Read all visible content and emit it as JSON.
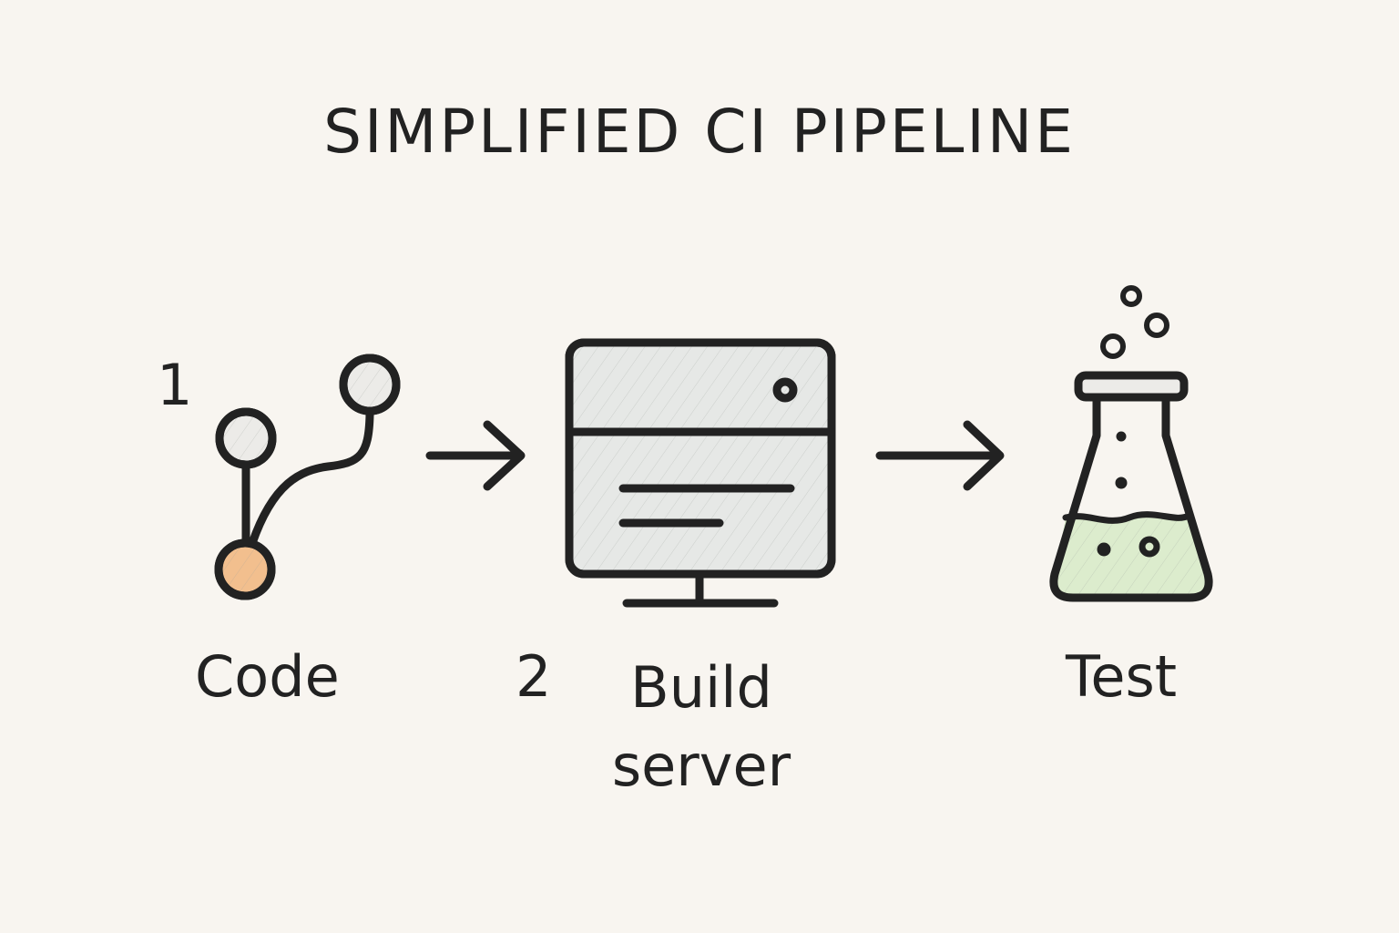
{
  "diagram": {
    "title": "SIMPLIFIED CI PIPELINE",
    "stages": [
      {
        "number": "1",
        "label": "Code",
        "icon": "git-branch-icon"
      },
      {
        "number": "2",
        "label": "Build server",
        "icon": "monitor-icon"
      },
      {
        "number": "",
        "label": "Test",
        "icon": "flask-icon"
      }
    ],
    "colors": {
      "ink": "#222222",
      "background": "#f8f5f0",
      "commit_orange": "#f2bf8e",
      "screen_gray": "#e6e8e6",
      "liquid_green": "#dceccd"
    }
  }
}
